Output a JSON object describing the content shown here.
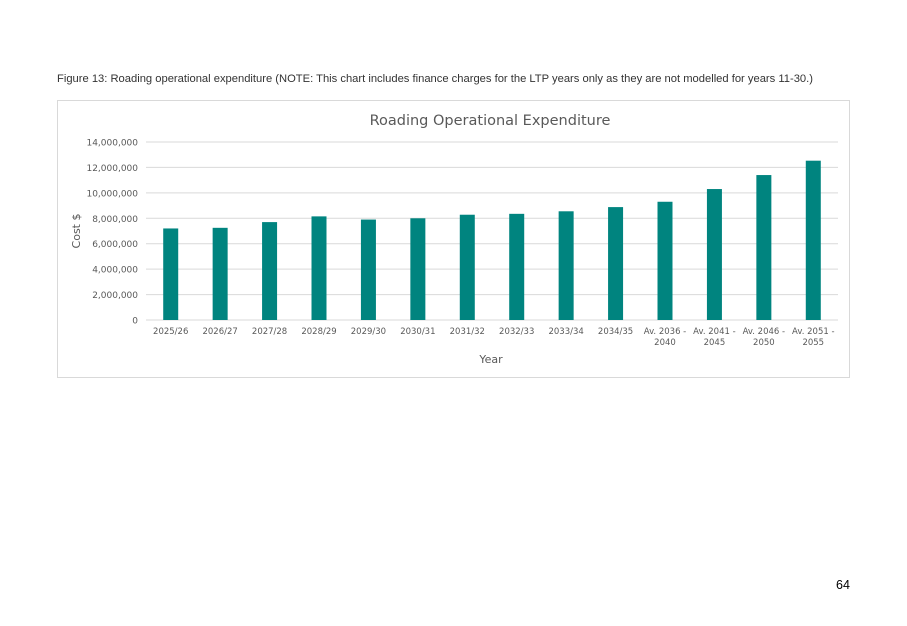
{
  "caption": "Figure 13: Roading operational expenditure (NOTE: This chart includes finance charges for the LTP years only as they are not modelled for years 11-30.)",
  "page_number": "64",
  "colors": {
    "bar": "#00847f",
    "gridline": "#d9d9d9",
    "axis_text": "#595959"
  },
  "chart_data": {
    "type": "bar",
    "title": "Roading Operational Expenditure",
    "xlabel": "Year",
    "ylabel": "Cost $",
    "ylim": [
      0,
      14000000
    ],
    "grid": true,
    "categories": [
      [
        "2025/26"
      ],
      [
        "2026/27"
      ],
      [
        "2027/28"
      ],
      [
        "2028/29"
      ],
      [
        "2029/30"
      ],
      [
        "2030/31"
      ],
      [
        "2031/32"
      ],
      [
        "2032/33"
      ],
      [
        "2033/34"
      ],
      [
        "2034/35"
      ],
      [
        "Av. 2036 -",
        "2040"
      ],
      [
        "Av. 2041 -",
        "2045"
      ],
      [
        "Av. 2046 -",
        "2050"
      ],
      [
        "Av. 2051 -",
        "2055"
      ]
    ],
    "values": [
      7200000,
      7250000,
      7700000,
      8150000,
      7900000,
      8000000,
      8280000,
      8350000,
      8550000,
      8880000,
      9300000,
      10300000,
      11400000,
      12530000
    ],
    "y_ticks": [
      "0",
      "2,000,000",
      "4,000,000",
      "6,000,000",
      "8,000,000",
      "10,000,000",
      "12,000,000",
      "14,000,000"
    ],
    "y_tick_values": [
      0,
      2000000,
      4000000,
      6000000,
      8000000,
      10000000,
      12000000,
      14000000
    ]
  }
}
